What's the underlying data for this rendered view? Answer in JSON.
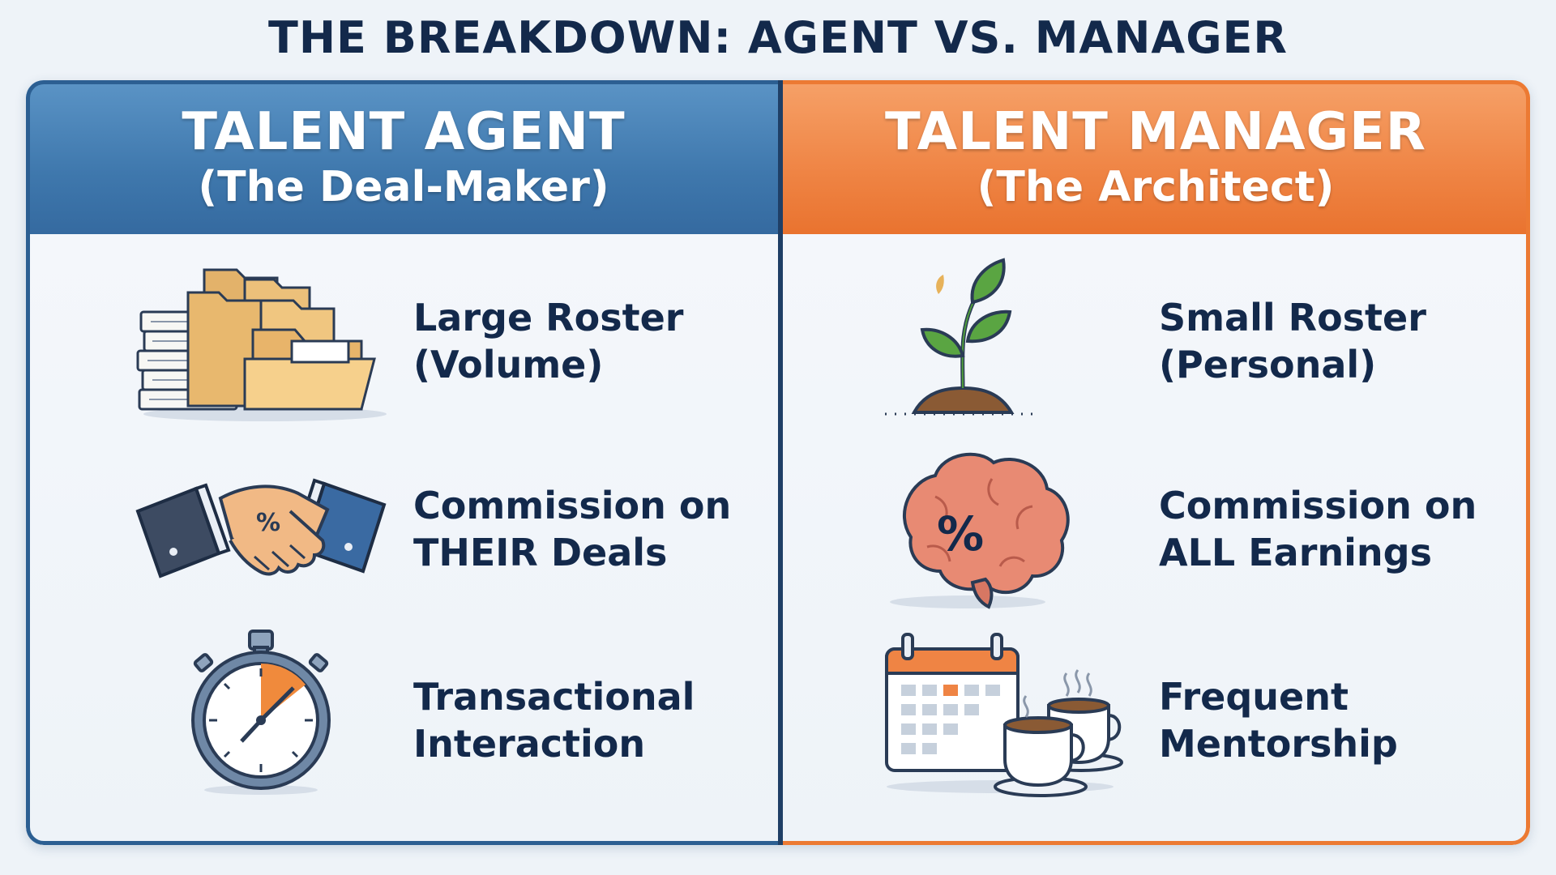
{
  "title": "THE BREAKDOWN: AGENT VS. MANAGER",
  "colors": {
    "agent_accent": "#3f78ad",
    "manager_accent": "#ef8444",
    "text_dark": "#13294b"
  },
  "agent": {
    "heading": "TALENT AGENT",
    "subheading": "(The Deal-Maker)",
    "items": [
      {
        "icon": "file-folders-icon",
        "line1": "Large Roster",
        "line2": "(Volume)"
      },
      {
        "icon": "handshake-icon",
        "line1": "Commission on",
        "line2": "THEIR Deals",
        "icon_label": "%"
      },
      {
        "icon": "stopwatch-icon",
        "line1": "Transactional",
        "line2": "Interaction"
      }
    ]
  },
  "manager": {
    "heading": "TALENT MANAGER",
    "subheading": "(The Architect)",
    "items": [
      {
        "icon": "sprout-icon",
        "line1": "Small Roster",
        "line2": "(Personal)"
      },
      {
        "icon": "brain-icon",
        "line1": "Commission on",
        "line2": "ALL Earnings",
        "icon_label": "%"
      },
      {
        "icon": "calendar-coffee-icon",
        "line1": "Frequent",
        "line2": "Mentorship"
      }
    ]
  }
}
